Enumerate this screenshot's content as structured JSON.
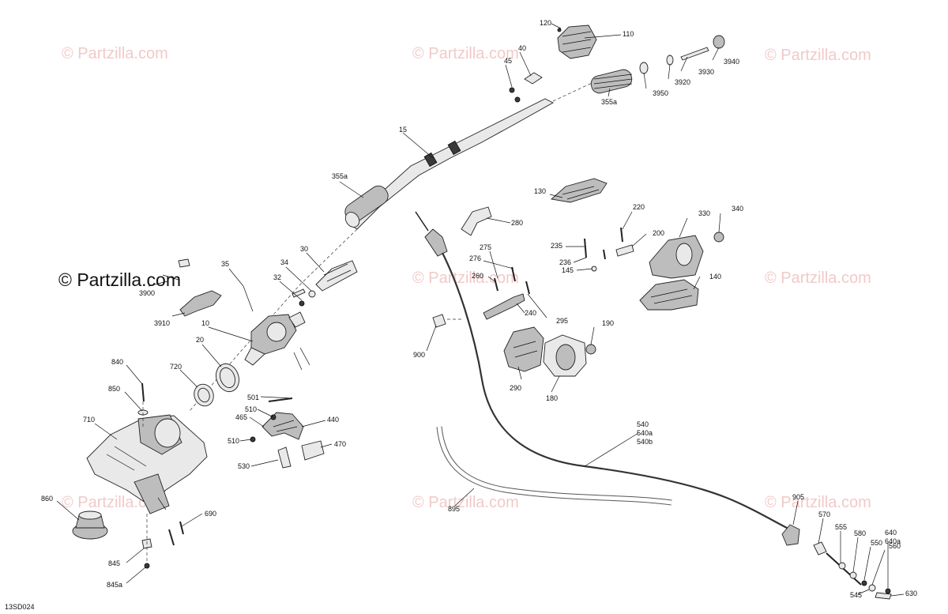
{
  "watermark": {
    "text": "© Partzilla.com",
    "main_text": "© Partzilla.com"
  },
  "diagram_code": "13SD024",
  "callouts": [
    {
      "id": "c120",
      "label": "120"
    },
    {
      "id": "c110",
      "label": "110"
    },
    {
      "id": "c40",
      "label": "40"
    },
    {
      "id": "c45",
      "label": "45"
    },
    {
      "id": "c3940",
      "label": "3940"
    },
    {
      "id": "c3930",
      "label": "3930"
    },
    {
      "id": "c3920",
      "label": "3920"
    },
    {
      "id": "c3950",
      "label": "3950"
    },
    {
      "id": "c355a_top",
      "label": "355a"
    },
    {
      "id": "c15",
      "label": "15"
    },
    {
      "id": "c355a_left",
      "label": "355a"
    },
    {
      "id": "c130",
      "label": "130"
    },
    {
      "id": "c280",
      "label": "280"
    },
    {
      "id": "c220",
      "label": "220"
    },
    {
      "id": "c330",
      "label": "330"
    },
    {
      "id": "c340",
      "label": "340"
    },
    {
      "id": "c200",
      "label": "200"
    },
    {
      "id": "c235",
      "label": "235"
    },
    {
      "id": "c236",
      "label": "236"
    },
    {
      "id": "c145",
      "label": "145"
    },
    {
      "id": "c140",
      "label": "140"
    },
    {
      "id": "c275",
      "label": "275"
    },
    {
      "id": "c276",
      "label": "276"
    },
    {
      "id": "c260",
      "label": "260"
    },
    {
      "id": "c240",
      "label": "240"
    },
    {
      "id": "c295",
      "label": "295"
    },
    {
      "id": "c190",
      "label": "190"
    },
    {
      "id": "c900",
      "label": "900"
    },
    {
      "id": "c290",
      "label": "290"
    },
    {
      "id": "c180",
      "label": "180"
    },
    {
      "id": "c30",
      "label": "30"
    },
    {
      "id": "c34",
      "label": "34"
    },
    {
      "id": "c35",
      "label": "35"
    },
    {
      "id": "c32",
      "label": "32"
    },
    {
      "id": "c3900",
      "label": "3900"
    },
    {
      "id": "c3910",
      "label": "3910"
    },
    {
      "id": "c10",
      "label": "10"
    },
    {
      "id": "c20",
      "label": "20"
    },
    {
      "id": "c720",
      "label": "720"
    },
    {
      "id": "c840",
      "label": "840"
    },
    {
      "id": "c850",
      "label": "850"
    },
    {
      "id": "c710",
      "label": "710"
    },
    {
      "id": "c501",
      "label": "501"
    },
    {
      "id": "c510a",
      "label": "510"
    },
    {
      "id": "c465",
      "label": "465"
    },
    {
      "id": "c440",
      "label": "440"
    },
    {
      "id": "c510b",
      "label": "510"
    },
    {
      "id": "c470",
      "label": "470"
    },
    {
      "id": "c530",
      "label": "530"
    },
    {
      "id": "c540",
      "label": "540"
    },
    {
      "id": "c540a",
      "label": "540a"
    },
    {
      "id": "c540b",
      "label": "540b"
    },
    {
      "id": "c895",
      "label": "895"
    },
    {
      "id": "c860",
      "label": "860"
    },
    {
      "id": "c690",
      "label": "690"
    },
    {
      "id": "c845",
      "label": "845"
    },
    {
      "id": "c845a",
      "label": "845a"
    },
    {
      "id": "c905",
      "label": "905"
    },
    {
      "id": "c570",
      "label": "570"
    },
    {
      "id": "c555",
      "label": "555"
    },
    {
      "id": "c580",
      "label": "580"
    },
    {
      "id": "c550",
      "label": "550"
    },
    {
      "id": "c560",
      "label": "560"
    },
    {
      "id": "c640",
      "label": "640"
    },
    {
      "id": "c640a",
      "label": "640a"
    },
    {
      "id": "c545",
      "label": "545"
    },
    {
      "id": "c630",
      "label": "630"
    }
  ]
}
